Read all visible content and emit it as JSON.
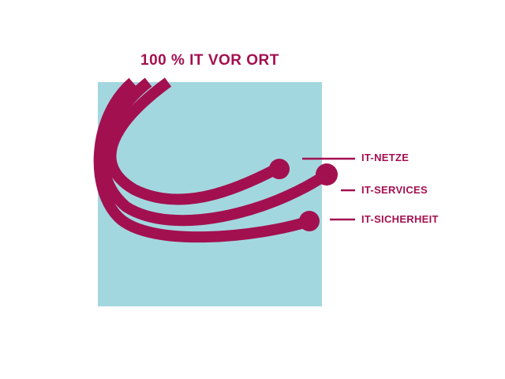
{
  "title": "100 % IT VOR ORT",
  "labels": [
    "IT-NETZE",
    "IT-SERVICES",
    "IT-SICHERHEIT"
  ],
  "colors": {
    "accent": "#a31050",
    "panel": "#a3d7df",
    "background": "#ffffff"
  }
}
